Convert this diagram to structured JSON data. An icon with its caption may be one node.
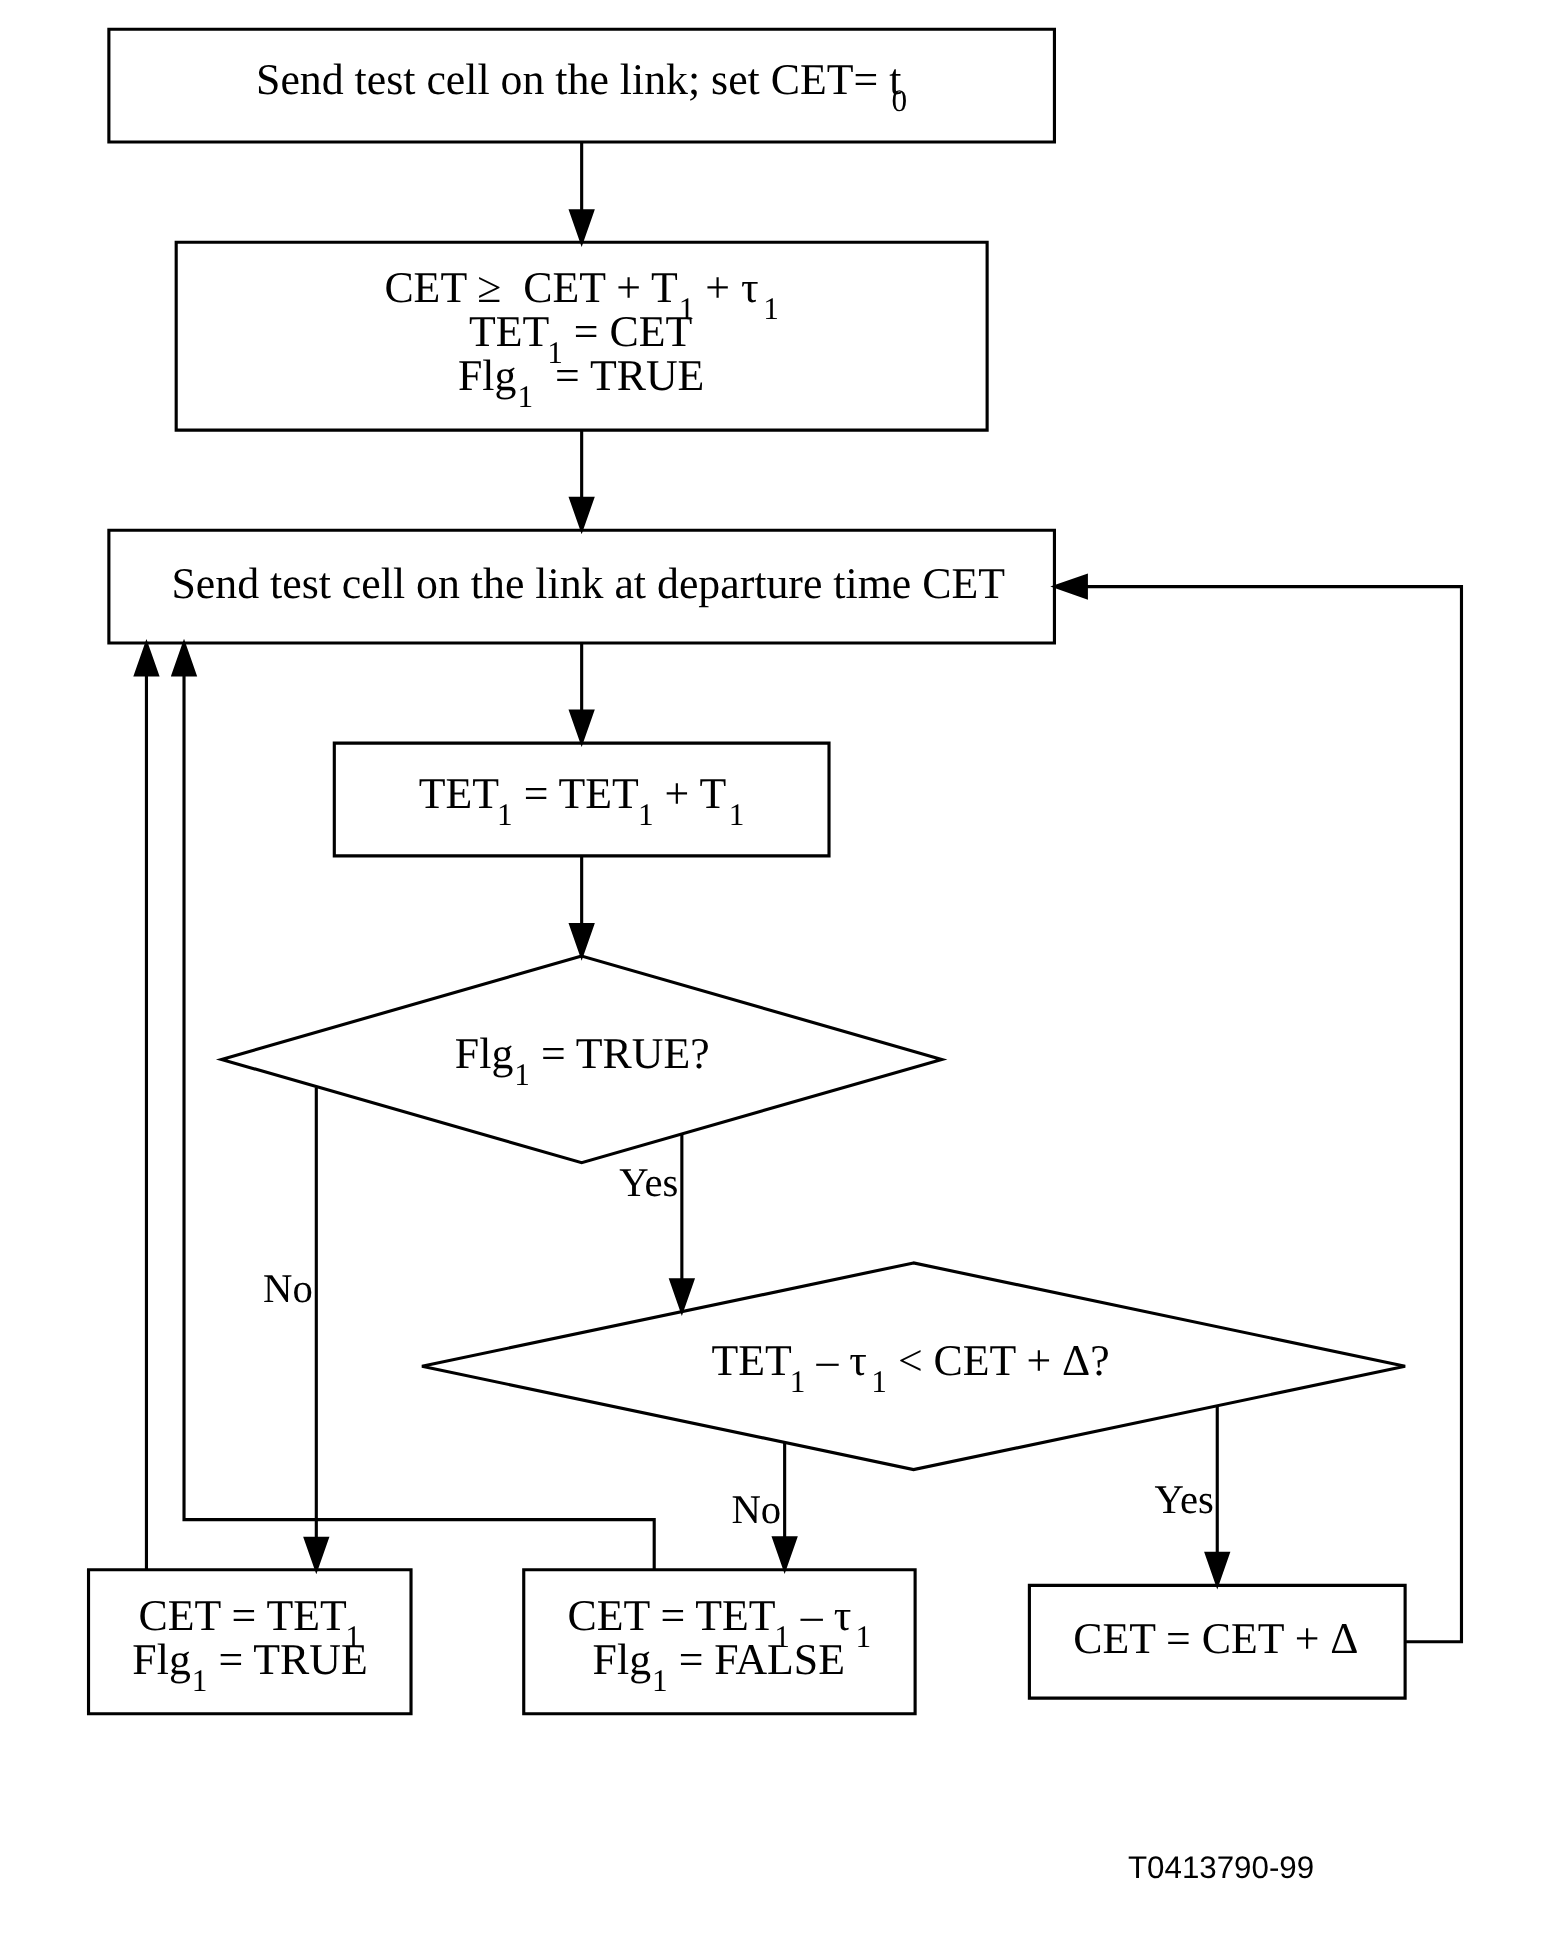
{
  "diagram": {
    "nodes": [
      {
        "text": [
          "Send test cell on the link; set CET= t$_{0}$"
        ]
      },
      {
        "text": [
          "CET ≥  CET + T$_{1}$ + τ$_{1}$",
          "TET$_{1}$ = CET",
          "Flg$_{1}$  = TRUE"
        ]
      },
      {
        "text": [
          "Send test cell on the link at departure time CET"
        ]
      },
      {
        "text": [
          "TET$_{1}$ = TET$_{1}$ + T$_{1}$"
        ]
      },
      {
        "text": [
          "Flg$_{1}$ = TRUE?"
        ]
      },
      {
        "text": [
          "TET$_{1}$ – τ$_{1}$ < CET + Δ?"
        ]
      },
      {
        "text": [
          "CET = TET$_{1}$",
          "Flg$_{1}$ = TRUE"
        ]
      },
      {
        "text": [
          "CET = TET$_{1}$ – τ$_{1}$",
          "Flg$_{1}$ = FALSE"
        ]
      },
      {
        "text": [
          "CET = CET + Δ"
        ]
      }
    ],
    "edges": [
      {
        "from": 0,
        "to": 1,
        "arrow": "to"
      },
      {
        "from": 1,
        "to": 2,
        "arrow": "to"
      },
      {
        "from": 2,
        "to": 3,
        "arrow": "to"
      },
      {
        "from": 3,
        "to": 4,
        "arrow": "to"
      },
      {
        "from": 4,
        "to": 6,
        "arrow": "to",
        "label": "No"
      },
      {
        "from": 4,
        "to": 5,
        "arrow": "to",
        "label": "Yes"
      },
      {
        "from": 5,
        "to": 8,
        "arrow": "to",
        "label": "Yes"
      },
      {
        "from": 5,
        "to": 7,
        "arrow": "to",
        "label": "No"
      },
      {
        "from": 6,
        "to": 2,
        "arrow": "to"
      },
      {
        "from": 7,
        "to": 2,
        "arrow": "to"
      },
      {
        "from": 8,
        "to": 2,
        "arrow": "to"
      }
    ],
    "labels": [
      "T0413790-99"
    ]
  }
}
